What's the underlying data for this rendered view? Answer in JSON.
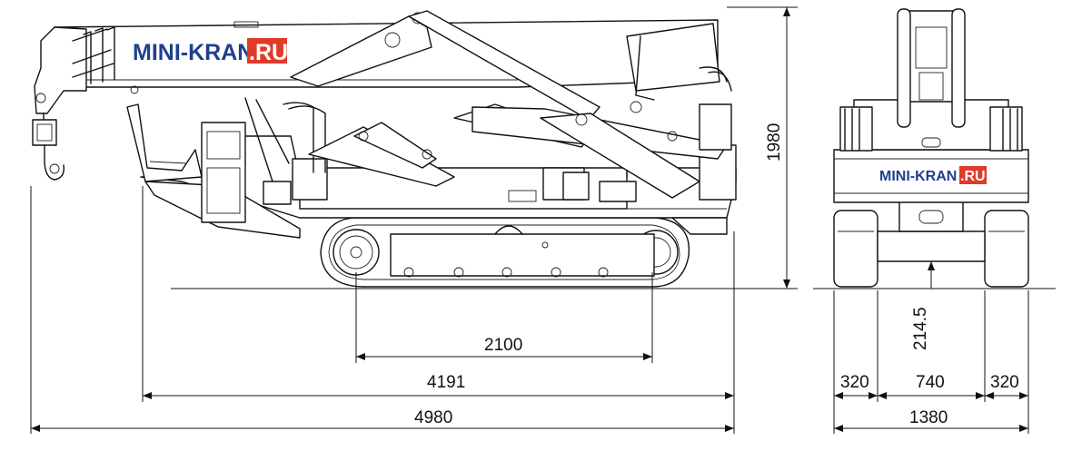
{
  "logo": {
    "brand_left": "MINI-KRAN",
    "brand_right": ".RU",
    "brand_color": "#1f3f8f",
    "accent_color": "#e03a28"
  },
  "dimensions": {
    "height_total": "1980",
    "track_centers": "2100",
    "body_length": "4191",
    "overall_length": "4980",
    "ground_clearance": "214.5",
    "track_width_left": "320",
    "track_gap": "740",
    "track_width_right": "320",
    "overall_width": "1380"
  }
}
